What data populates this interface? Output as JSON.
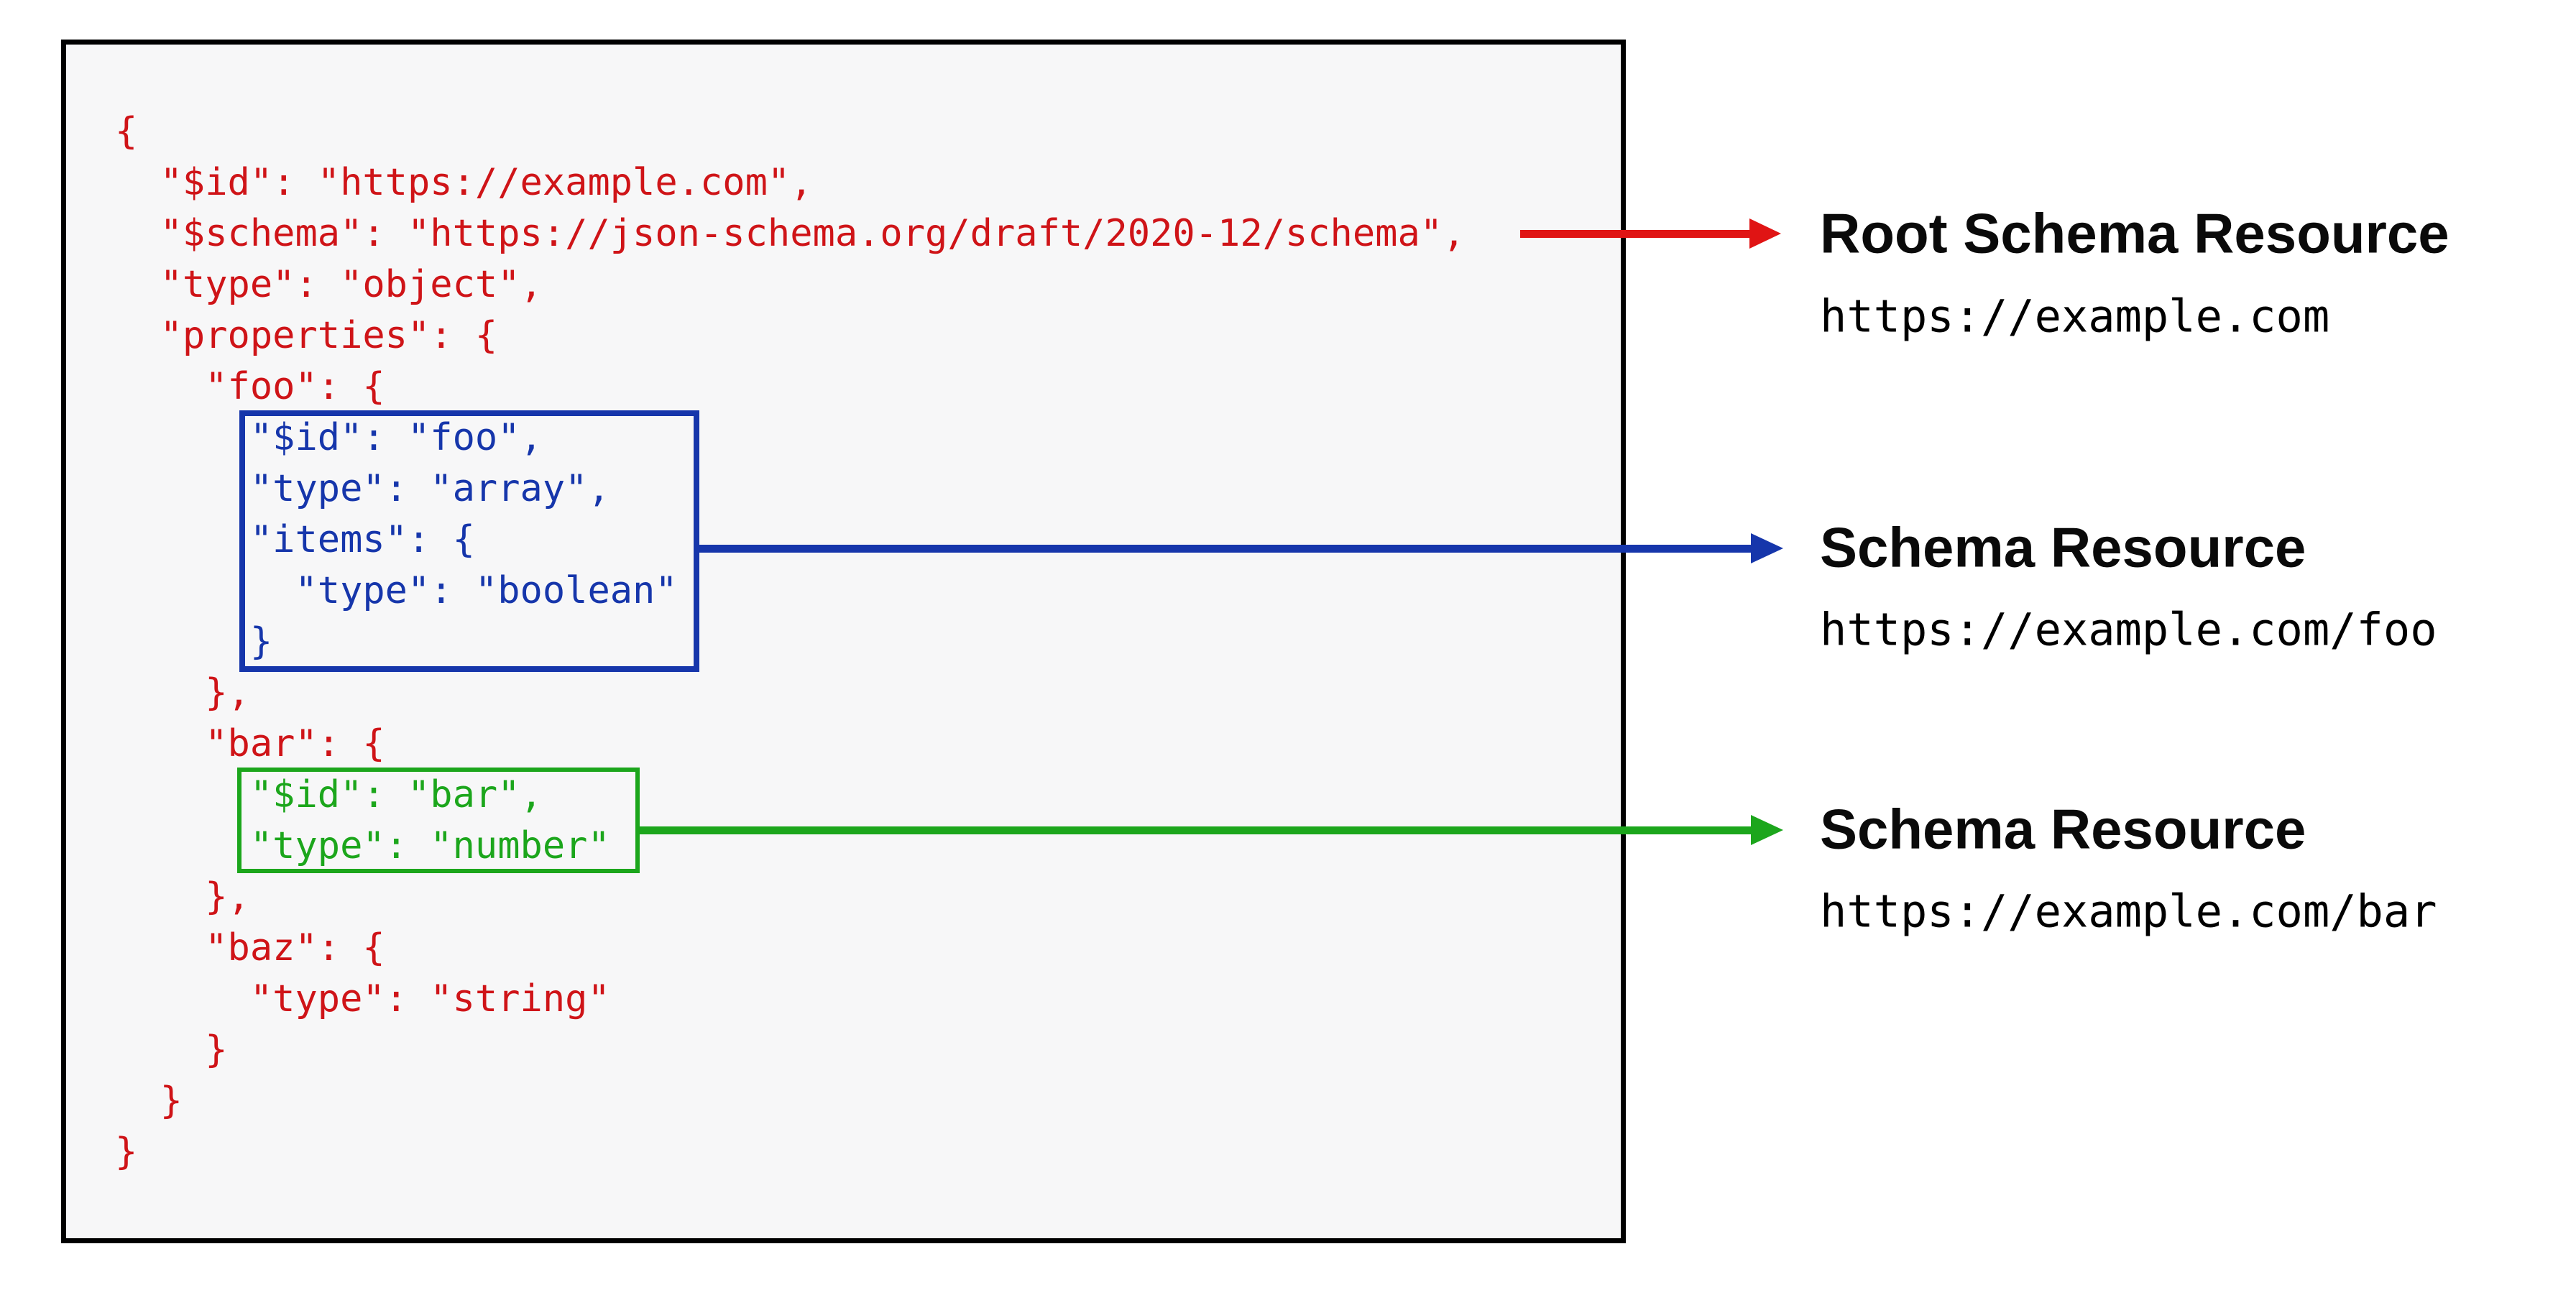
{
  "diagram": {
    "description": "JSON Schema resources diagram",
    "colors": {
      "page_background": "#ffffff",
      "panel_background": "#f7f7f8",
      "panel_border": "#000000",
      "root_red": "#cf1418",
      "arrow_red": "#e01414",
      "foo_blue": "#1636ab",
      "bar_green": "#1ca61c",
      "label_black": "#0a0a0a"
    },
    "code_block": {
      "language": "json",
      "lines": [
        {
          "text": "{",
          "color": "red"
        },
        {
          "text": "  \"$id\": \"https://example.com\",",
          "color": "red"
        },
        {
          "text": "  \"$schema\": \"https://json-schema.org/draft/2020-12/schema\",",
          "color": "red"
        },
        {
          "text": "  \"type\": \"object\",",
          "color": "red"
        },
        {
          "text": "  \"properties\": {",
          "color": "red"
        },
        {
          "text": "    \"foo\": {",
          "color": "red"
        },
        {
          "text": "      \"$id\": \"foo\",",
          "color": "blue"
        },
        {
          "text": "      \"type\": \"array\",",
          "color": "blue"
        },
        {
          "text": "      \"items\": {",
          "color": "blue"
        },
        {
          "text": "        \"type\": \"boolean\"",
          "color": "blue"
        },
        {
          "text": "      }",
          "color": "blue"
        },
        {
          "text": "    },",
          "color": "red"
        },
        {
          "text": "    \"bar\": {",
          "color": "red"
        },
        {
          "text": "      \"$id\": \"bar\",",
          "color": "green"
        },
        {
          "text": "      \"type\": \"number\"",
          "color": "green"
        },
        {
          "text": "    },",
          "color": "red"
        },
        {
          "text": "    \"baz\": {",
          "color": "red"
        },
        {
          "text": "      \"type\": \"string\"",
          "color": "red"
        },
        {
          "text": "    }",
          "color": "red"
        },
        {
          "text": "  }",
          "color": "red"
        },
        {
          "text": "}",
          "color": "red"
        }
      ]
    },
    "highlight_boxes": [
      {
        "name": "foo-schema-box",
        "color": "#1636ab",
        "encloses": "foo subschema"
      },
      {
        "name": "bar-schema-box",
        "color": "#1ca61c",
        "encloses": "bar subschema"
      }
    ],
    "annotations": [
      {
        "title": "Root Schema Resource",
        "url": "https://example.com",
        "arrow_color": "#e01414"
      },
      {
        "title": "Schema Resource",
        "url": "https://example.com/foo",
        "arrow_color": "#1636ab"
      },
      {
        "title": "Schema Resource",
        "url": "https://example.com/bar",
        "arrow_color": "#1ca61c"
      }
    ]
  }
}
